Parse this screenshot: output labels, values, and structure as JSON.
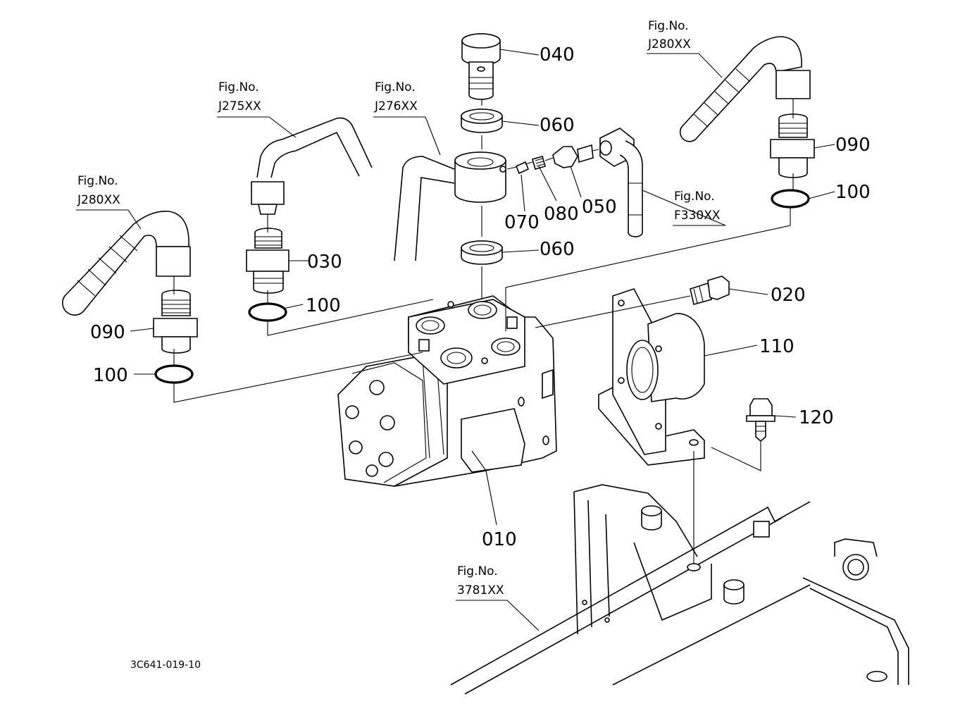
{
  "diagram": {
    "drawing_code": "3C641-019-10",
    "part_labels": {
      "p010": "010",
      "p020": "020",
      "p030": "030",
      "p040": "040",
      "p050": "050",
      "p060a": "060",
      "p060b": "060",
      "p070": "070",
      "p080": "080",
      "p090a": "090",
      "p090b": "090",
      "p100a": "100",
      "p100b": "100",
      "p100c": "100",
      "p110": "110",
      "p120": "120"
    },
    "figure_refs": {
      "j275": {
        "line1": "Fig.No.",
        "line2": "J275XX"
      },
      "j276": {
        "line1": "Fig.No.",
        "line2": "J276XX"
      },
      "j280_left": {
        "line1": "Fig.No.",
        "line2": "J280XX"
      },
      "j280_right": {
        "line1": "Fig.No.",
        "line2": "J280XX"
      },
      "f330": {
        "line1": "Fig.No.",
        "line2": "F330XX"
      },
      "f3781": {
        "line1": "Fig.No.",
        "line2": "3781XX"
      }
    }
  }
}
